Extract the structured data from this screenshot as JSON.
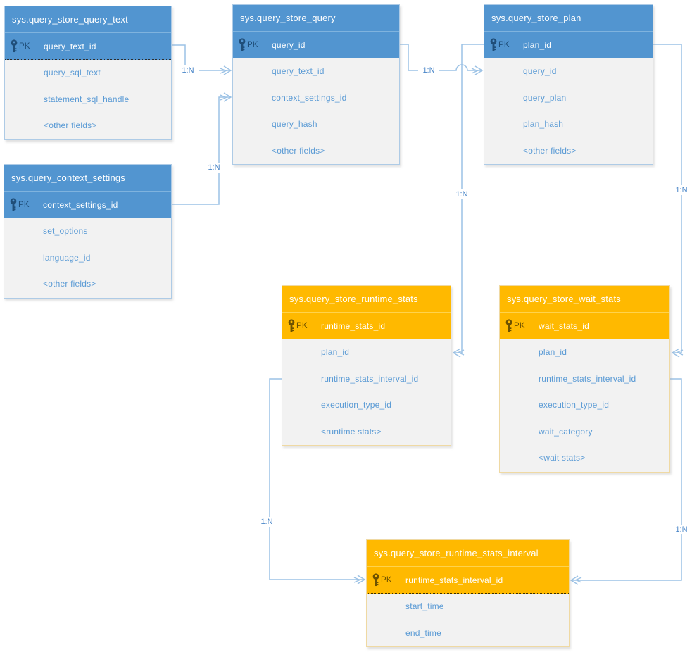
{
  "diagram": {
    "kind": "entity-relationship-diagram",
    "subject": "SQL Server Query Store catalog views"
  },
  "colors": {
    "header_blue": "#5295D0",
    "header_orange": "#FFB900",
    "body_background": "#F2F2F2",
    "field_text_blue": "#5B9BD5",
    "connector_blue": "#9CC2E5",
    "pk_key_blue": "#1F4E79",
    "pk_key_brown": "#6E5200"
  },
  "tables": [
    {
      "title": "sys.query_store_query_text",
      "theme": "blue",
      "pk": {
        "badge": "PK",
        "field": "query_text_id"
      },
      "fields": [
        "query_sql_text",
        "statement_sql_handle",
        "<other fields>"
      ]
    },
    {
      "title": "sys.query_store_query",
      "theme": "blue",
      "pk": {
        "badge": "PK",
        "field": "query_id"
      },
      "fields": [
        "query_text_id",
        "context_settings_id",
        "query_hash",
        "<other fields>"
      ]
    },
    {
      "title": "sys.query_store_plan",
      "theme": "blue",
      "pk": {
        "badge": "PK",
        "field": "plan_id"
      },
      "fields": [
        "query_id",
        "query_plan",
        "plan_hash",
        "<other fields>"
      ]
    },
    {
      "title": "sys.query_context_settings",
      "theme": "blue",
      "pk": {
        "badge": "PK",
        "field": "context_settings_id"
      },
      "fields": [
        "set_options",
        "language_id",
        "<other fields>"
      ]
    },
    {
      "title": "sys.query_store_runtime_stats",
      "theme": "orange",
      "pk": {
        "badge": "PK",
        "field": "runtime_stats_id"
      },
      "fields": [
        "plan_id",
        "runtime_stats_interval_id",
        "execution_type_id",
        "<runtime stats>"
      ]
    },
    {
      "title": "sys.query_store_wait_stats",
      "theme": "orange",
      "pk": {
        "badge": "PK",
        "field": "wait_stats_id"
      },
      "fields": [
        "plan_id",
        "runtime_stats_interval_id",
        "execution_type_id",
        "wait_category",
        "<wait stats>"
      ]
    },
    {
      "title": "sys.query_store_runtime_stats_interval",
      "theme": "orange",
      "pk": {
        "badge": "PK",
        "field": "runtime_stats_interval_id"
      },
      "fields": [
        "start_time",
        "end_time"
      ]
    }
  ],
  "relationships": [
    {
      "from": "sys.query_store_query_text",
      "to": "sys.query_store_query",
      "label": "1:N"
    },
    {
      "from": "sys.query_context_settings",
      "to": "sys.query_store_query",
      "label": "1:N"
    },
    {
      "from": "sys.query_store_query",
      "to": "sys.query_store_plan",
      "label": "1:N"
    },
    {
      "from": "sys.query_store_plan",
      "to": "sys.query_store_runtime_stats",
      "label": "1:N"
    },
    {
      "from": "sys.query_store_plan",
      "to": "sys.query_store_wait_stats",
      "label": "1:N"
    },
    {
      "from": "sys.query_store_runtime_stats",
      "to": "sys.query_store_runtime_stats_interval",
      "label": "1:N"
    },
    {
      "from": "sys.query_store_wait_stats",
      "to": "sys.query_store_runtime_stats_interval",
      "label": "1:N"
    }
  ]
}
